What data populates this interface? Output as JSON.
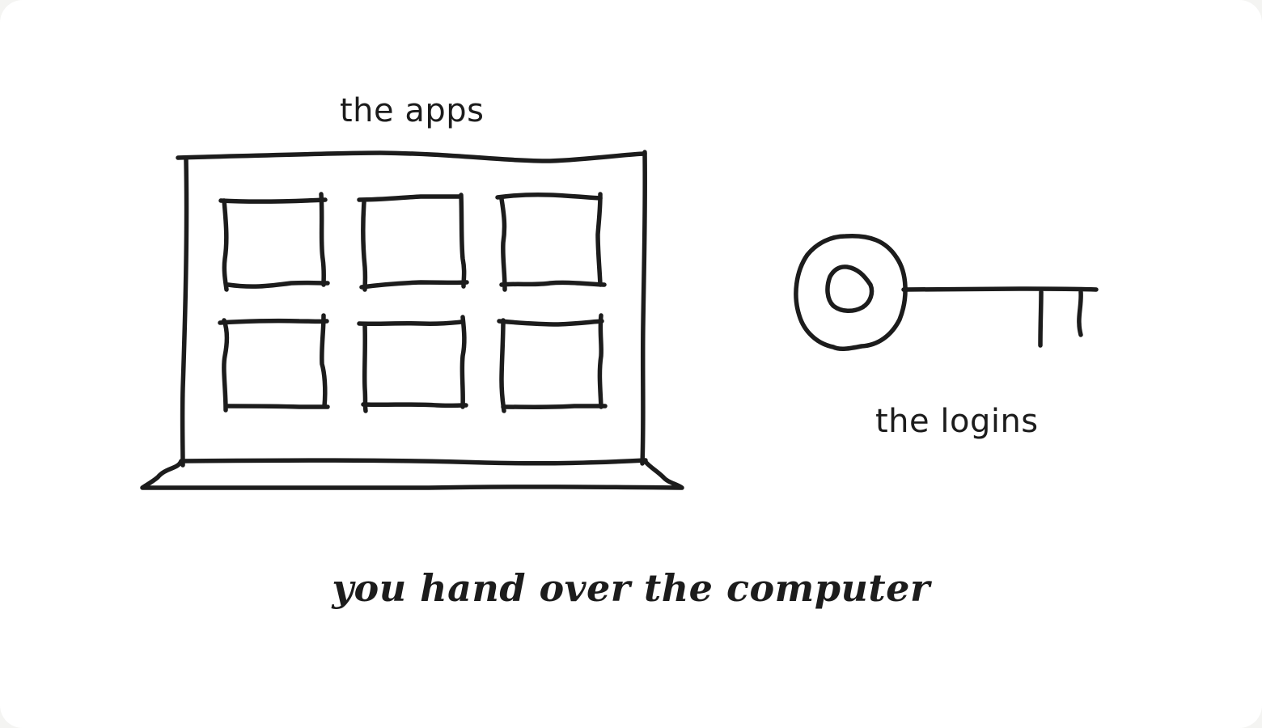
{
  "diagram": {
    "apps_label": "the apps",
    "logins_label": "the logins",
    "caption": "you hand over the computer"
  },
  "icons": {
    "computer": "laptop-icon",
    "app_tile": "app-window-icon",
    "key": "key-icon"
  },
  "colors": {
    "ink": "#1c1c1c",
    "background": "#ffffff"
  }
}
